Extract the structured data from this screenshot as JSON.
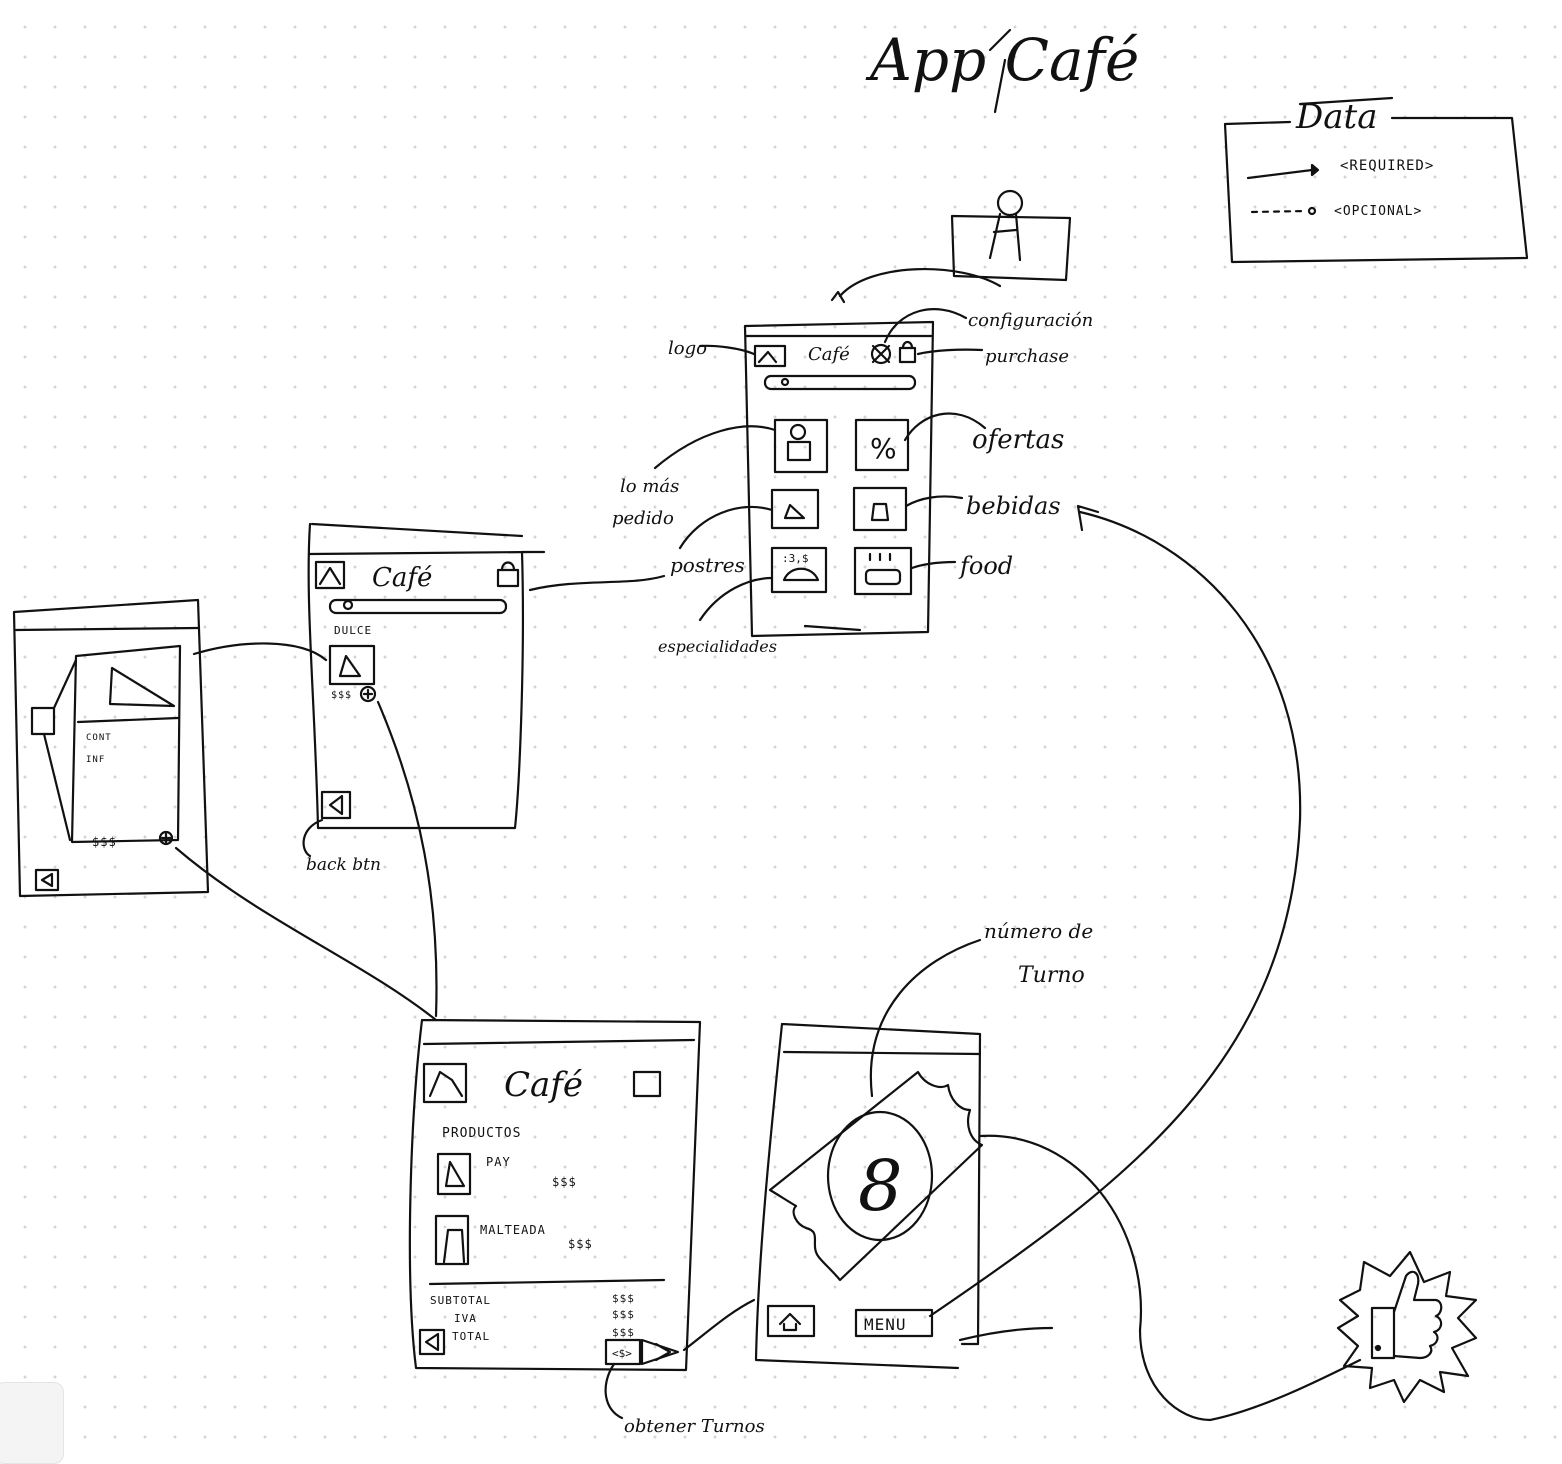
{
  "title": "App Café",
  "legend": {
    "title": "Data",
    "required": "<REQUIRED>",
    "optional": "<OPCIONAL>"
  },
  "home": {
    "brand": "Café",
    "callouts": {
      "logo": "logo",
      "settings": "configuración",
      "purchase": "purchase",
      "most_ordered": [
        "lo más",
        "pedido"
      ],
      "offers": "ofertas",
      "drinks": "bebidas",
      "desserts": "postres",
      "food": "food",
      "specialties": "especialidades"
    }
  },
  "list_screen": {
    "brand": "Café",
    "section": "DULCE",
    "price": "$$$",
    "back_note": "back btn"
  },
  "detail_screen": {
    "line1": "CONT",
    "line2": "INF",
    "price": "$$$"
  },
  "cart_screen": {
    "brand": "Café",
    "section": "PRODUCTOS",
    "items": [
      {
        "name": "PAY",
        "price": "$$$"
      },
      {
        "name": "MALTEADA",
        "price": "$$$"
      }
    ],
    "summary": [
      {
        "label": "SUBTOTAL",
        "value": "$$$"
      },
      {
        "label": "IVA",
        "value": "$$$"
      },
      {
        "label": "TOTAL",
        "value": "$$$"
      }
    ],
    "checkout_note": "obtener Turnos"
  },
  "ticket_screen": {
    "number": "8",
    "menu_button": "MENU",
    "note": [
      "número de",
      "Turno"
    ]
  }
}
